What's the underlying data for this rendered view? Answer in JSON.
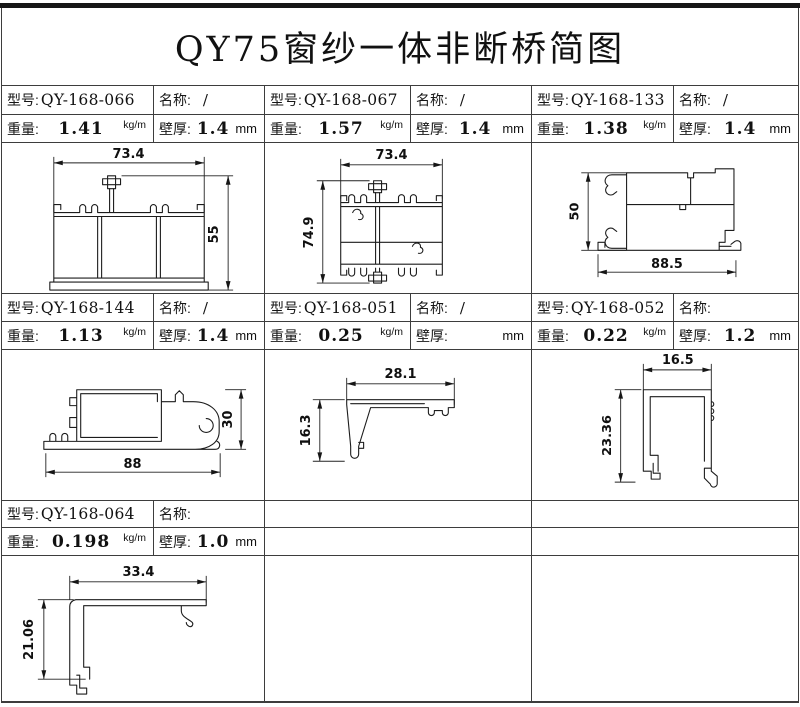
{
  "title": "QY75窗纱一体非断桥简图",
  "field_labels": {
    "model": "型号:",
    "name": "名称:",
    "weight": "重量:",
    "thickness": "壁厚:"
  },
  "units": {
    "weight": "kg/m",
    "thickness": "mm"
  },
  "profiles": [
    {
      "model": "QY-168-066",
      "name": "/",
      "weight": "1.41",
      "thickness": "1.4",
      "dim_w": "73.4",
      "dim_h": "55"
    },
    {
      "model": "QY-168-067",
      "name": "/",
      "weight": "1.57",
      "thickness": "1.4",
      "dim_w": "73.4",
      "dim_h": "74.9"
    },
    {
      "model": "QY-168-133",
      "name": "/",
      "weight": "1.38",
      "thickness": "1.4",
      "dim_w": "88.5",
      "dim_h": "50"
    },
    {
      "model": "QY-168-144",
      "name": "/",
      "weight": "1.13",
      "thickness": "1.4",
      "dim_w": "88",
      "dim_h": "30"
    },
    {
      "model": "QY-168-051",
      "name": "/",
      "weight": "0.25",
      "thickness": "",
      "dim_w": "28.1",
      "dim_h": "16.3"
    },
    {
      "model": "QY-168-052",
      "name": "",
      "weight": "0.22",
      "thickness": "1.2",
      "dim_w": "16.5",
      "dim_h": "23.36"
    },
    {
      "model": "QY-168-064",
      "name": "",
      "weight": "0.198",
      "thickness": "1.0",
      "dim_w": "33.4",
      "dim_h": "21.06"
    }
  ]
}
